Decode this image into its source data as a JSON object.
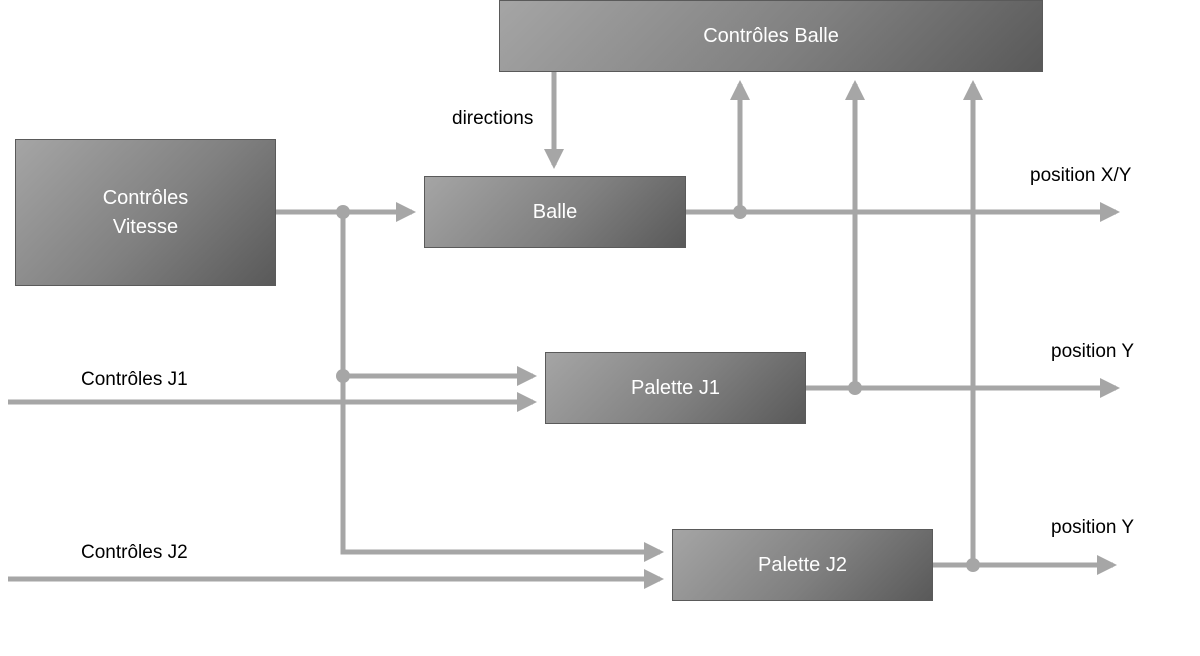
{
  "diagram": {
    "blocks": {
      "controles_balle": "Contrôles Balle",
      "controles_vitesse": "Contrôles\nVitesse",
      "balle": "Balle",
      "palette_j1": "Palette J1",
      "palette_j2": "Palette J2"
    },
    "labels": {
      "directions": "directions",
      "controles_j1": "Contrôles J1",
      "controles_j2": "Contrôles J2",
      "position_xy": "position X/Y",
      "position_y_j1": "position Y",
      "position_y_j2": "position Y"
    },
    "colors": {
      "wire": "#a6a6a6",
      "block_light": "#a5a5a5",
      "block_dark": "#595959",
      "block_text": "#ffffff"
    }
  }
}
